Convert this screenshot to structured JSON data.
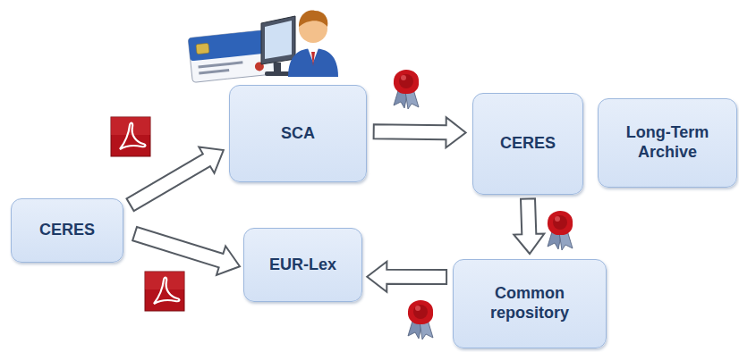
{
  "diagram": {
    "nodes": [
      {
        "text": [
          "CERES"
        ]
      },
      {
        "text": [
          "SCA"
        ]
      },
      {
        "text": [
          "CERES"
        ]
      },
      {
        "text": [
          "Long-Term Archive"
        ]
      },
      {
        "text": [
          "EUR-Lex"
        ]
      },
      {
        "text": [
          "Common repository"
        ]
      }
    ],
    "edges": [
      {
        "from": 0,
        "to": 1,
        "arrow": "to"
      },
      {
        "from": 0,
        "to": 4,
        "arrow": "to"
      },
      {
        "from": 1,
        "to": 2,
        "arrow": "to"
      },
      {
        "from": 2,
        "to": 5,
        "arrow": "to"
      },
      {
        "from": 5,
        "to": 4,
        "arrow": "to"
      }
    ]
  }
}
